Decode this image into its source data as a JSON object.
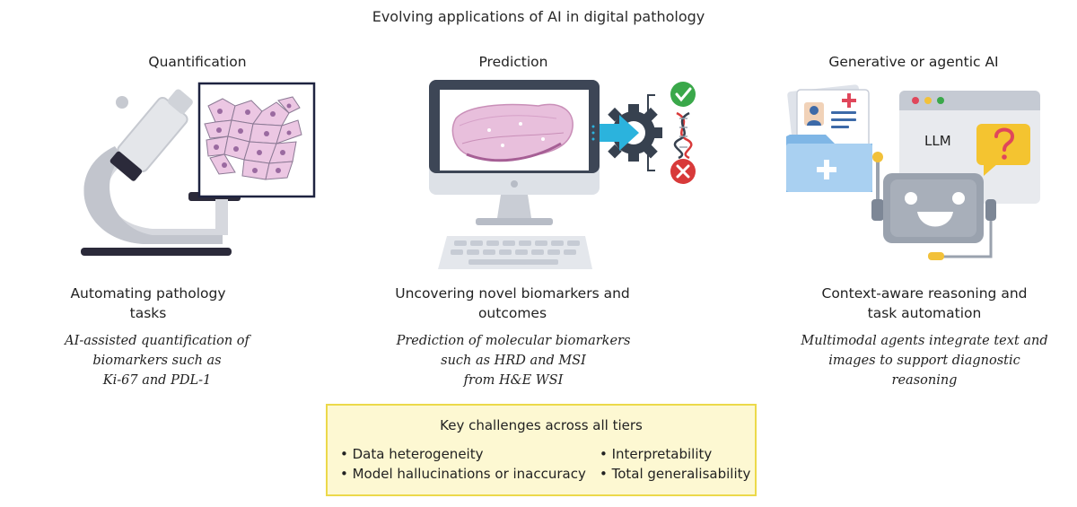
{
  "title": "Evolving applications of AI in digital pathology",
  "tiers": [
    {
      "heading": "Quantification",
      "subtitle_line1": "Automating pathology",
      "subtitle_line2": "tasks",
      "description_line1": "AI-assisted quantification of",
      "description_line2": "biomarkers such as",
      "description_line3": "Ki-67 and PDL-1",
      "icon": "microscope-icon"
    },
    {
      "heading": "Prediction",
      "subtitle_line1": "Uncovering novel biomarkers and",
      "subtitle_line2": "outcomes",
      "description_line1": "Prediction of molecular biomarkers",
      "description_line2": "such as HRD and MSI",
      "description_line3": "from H&E WSI",
      "icon": "computer-wsi-icon"
    },
    {
      "heading": "Generative or agentic AI",
      "subtitle_line1": "Context-aware reasoning and",
      "subtitle_line2": "task automation",
      "description_line1": "Multimodal agents integrate text and",
      "description_line2": "images to support diagnostic",
      "description_line3": "reasoning",
      "icon": "llm-robot-icon",
      "llm_label": "LLM"
    }
  ],
  "challenges": {
    "heading": "Key challenges across all tiers",
    "items": [
      "• Data heterogeneity",
      "• Model hallucinations or inaccuracy",
      "• Interpretability",
      "• Total generalisability"
    ]
  },
  "colors": {
    "challenge_box_fill": "#fdf8d2",
    "challenge_box_border": "#ecd94a",
    "accent_blue": "#2bb3dd",
    "check_green": "#3aa84a",
    "cross_red": "#d83a3a",
    "tissue_pink": "#e4b5d6"
  }
}
